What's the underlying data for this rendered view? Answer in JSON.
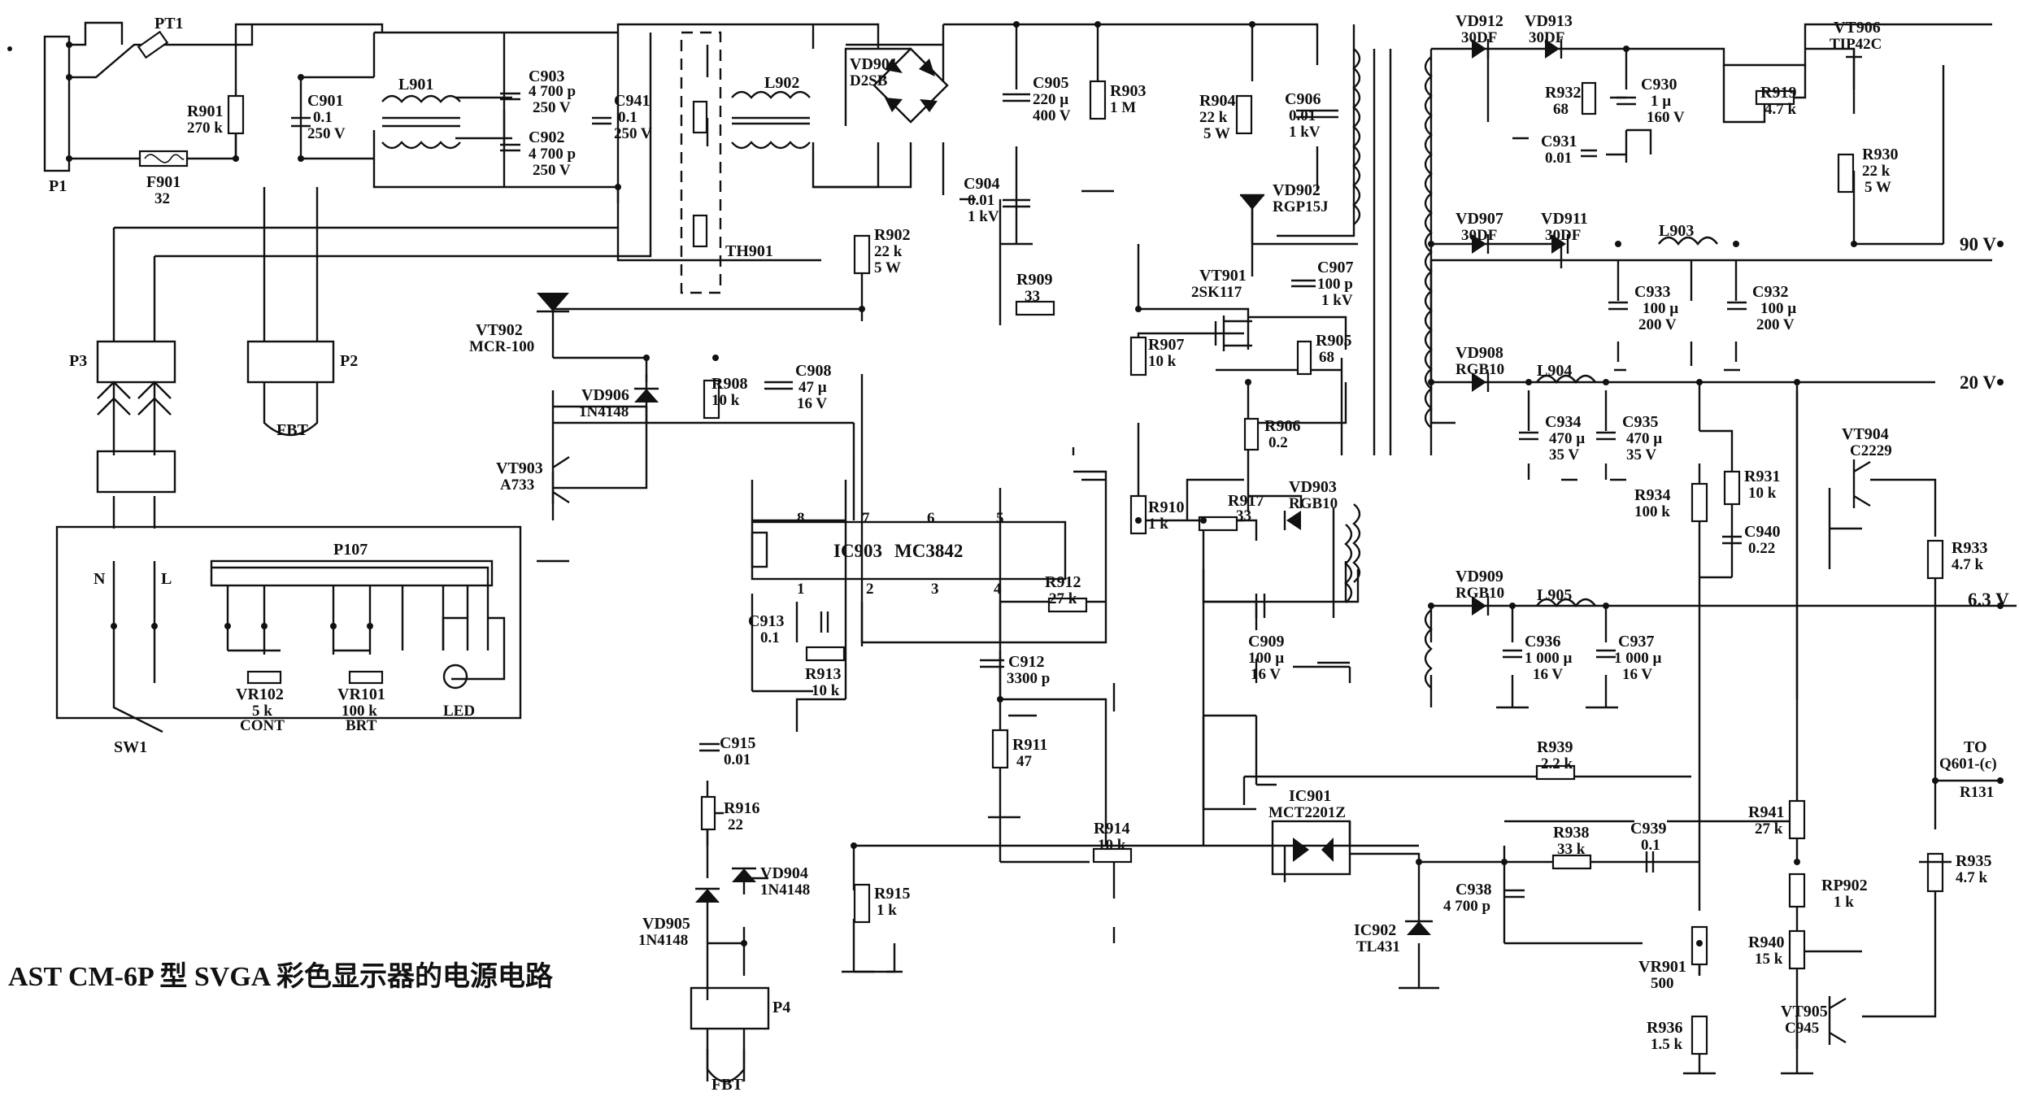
{
  "title": "AST CM-6P 型 SVGA 彩色显示器的电源电路",
  "components": [
    {
      "ref": "P1"
    },
    {
      "ref": "PT1"
    },
    {
      "ref": "R901",
      "value": "270 k"
    },
    {
      "ref": "F901",
      "value": "32"
    },
    {
      "ref": "C901",
      "value": "0.1",
      "rating": "250 V"
    },
    {
      "ref": "L901"
    },
    {
      "ref": "C903",
      "value": "4 700 p",
      "rating": "250 V"
    },
    {
      "ref": "C902",
      "value": "4 700 p",
      "rating": "250 V"
    },
    {
      "ref": "C941",
      "value": "0.1",
      "rating": "250 V"
    },
    {
      "ref": "TH901"
    },
    {
      "ref": "L902"
    },
    {
      "ref": "VD901",
      "value": "D2SB"
    },
    {
      "ref": "C905",
      "value": "220 µ",
      "rating": "400 V"
    },
    {
      "ref": "R903",
      "value": "1 M"
    },
    {
      "ref": "C904",
      "value": "0.01",
      "rating": "1 kV"
    },
    {
      "ref": "R904",
      "value": "22 k",
      "rating": "5 W"
    },
    {
      "ref": "C906",
      "value": "0.01",
      "rating": "1 kV"
    },
    {
      "ref": "VD902",
      "value": "RGP15J"
    },
    {
      "ref": "R902",
      "value": "22 k",
      "rating": "5 W"
    },
    {
      "ref": "R909",
      "value": "33"
    },
    {
      "ref": "VT901",
      "value": "2SK117"
    },
    {
      "ref": "C907",
      "value": "100 p",
      "rating": "1 kV"
    },
    {
      "ref": "R905",
      "value": "68"
    },
    {
      "ref": "R907",
      "value": "10 k"
    },
    {
      "ref": "VT902",
      "value": "MCR-100"
    },
    {
      "ref": "VD906",
      "value": "1N4148"
    },
    {
      "ref": "R908",
      "value": "10 k"
    },
    {
      "ref": "C908",
      "value": "47 µ",
      "rating": "16 V"
    },
    {
      "ref": "R906",
      "value": "0.2"
    },
    {
      "ref": "VT903",
      "value": "A733"
    },
    {
      "ref": "IC903",
      "value": "MC3842"
    },
    {
      "ref": "R910",
      "value": "1 k"
    },
    {
      "ref": "R917",
      "value": "33"
    },
    {
      "ref": "VD903",
      "value": "RGB10"
    },
    {
      "ref": "R912",
      "value": "27 k"
    },
    {
      "ref": "C913",
      "value": "0.1"
    },
    {
      "ref": "R913",
      "value": "10 k"
    },
    {
      "ref": "C912",
      "value": "3300 p"
    },
    {
      "ref": "C909",
      "value": "100 µ",
      "rating": "16 V"
    },
    {
      "ref": "C915",
      "value": "0.01"
    },
    {
      "ref": "R911",
      "value": "47"
    },
    {
      "ref": "R916",
      "value": "22"
    },
    {
      "ref": "R914",
      "value": "10 k"
    },
    {
      "ref": "VD904",
      "value": "1N4148"
    },
    {
      "ref": "VD905",
      "value": "1N4148"
    },
    {
      "ref": "R915",
      "value": "1 k"
    },
    {
      "ref": "IC901",
      "value": "MCT2201Z"
    },
    {
      "ref": "VD912",
      "value": "30DF"
    },
    {
      "ref": "VD913",
      "value": "30DF"
    },
    {
      "ref": "R932",
      "value": "68"
    },
    {
      "ref": "C930",
      "value": "1 µ",
      "rating": "160 V"
    },
    {
      "ref": "C931",
      "value": "0.01"
    },
    {
      "ref": "VT906",
      "value": "TIP42C"
    },
    {
      "ref": "R919",
      "value": "4.7 k"
    },
    {
      "ref": "R930",
      "value": "22 k",
      "rating": "5 W"
    },
    {
      "ref": "VD907",
      "value": "30DF"
    },
    {
      "ref": "VD911",
      "value": "30DF"
    },
    {
      "ref": "L903"
    },
    {
      "ref": "C933",
      "value": "100 µ",
      "rating": "200 V"
    },
    {
      "ref": "C932",
      "value": "100 µ",
      "rating": "200 V"
    },
    {
      "ref": "VD908",
      "value": "RGB10"
    },
    {
      "ref": "L904"
    },
    {
      "ref": "C934",
      "value": "470 µ",
      "rating": "35 V"
    },
    {
      "ref": "C935",
      "value": "470 µ",
      "rating": "35 V"
    },
    {
      "ref": "R931",
      "value": "10 k"
    },
    {
      "ref": "R934",
      "value": "100 k"
    },
    {
      "ref": "C940",
      "value": "0.22"
    },
    {
      "ref": "VT904",
      "value": "C2229"
    },
    {
      "ref": "R933",
      "value": "4.7 k"
    },
    {
      "ref": "VD909",
      "value": "RGB10"
    },
    {
      "ref": "L905"
    },
    {
      "ref": "C936",
      "value": "1 000 µ",
      "rating": "16 V"
    },
    {
      "ref": "C937",
      "value": "1 000 µ",
      "rating": "16 V"
    },
    {
      "ref": "R939",
      "value": "2.2 k"
    },
    {
      "ref": "R938",
      "value": "33 k"
    },
    {
      "ref": "C939",
      "value": "0.1"
    },
    {
      "ref": "R941",
      "value": "27 k"
    },
    {
      "ref": "RP902",
      "value": "1 k"
    },
    {
      "ref": "C938",
      "value": "4 700 p"
    },
    {
      "ref": "IC902",
      "value": "TL431"
    },
    {
      "ref": "R940",
      "value": "15 k"
    },
    {
      "ref": "VR901",
      "value": "500"
    },
    {
      "ref": "R936",
      "value": "1.5 k"
    },
    {
      "ref": "VT905",
      "value": "C945"
    },
    {
      "ref": "R935",
      "value": "4.7 k"
    },
    {
      "ref": "P107"
    },
    {
      "ref": "VR102",
      "value": "5 k",
      "extra": "CONT"
    },
    {
      "ref": "VR101",
      "value": "100 k",
      "extra": "BRT"
    },
    {
      "ref": "P2"
    },
    {
      "ref": "P3"
    },
    {
      "ref": "P4"
    },
    {
      "ref": "SW1"
    }
  ],
  "labels": {
    "led": "LED",
    "fbt": "FBT",
    "neutral": "N",
    "line": "L",
    "to": "TO",
    "q601": "Q601-(c)",
    "r131": "R131"
  },
  "pins": [
    "8",
    "7",
    "6",
    "5",
    "1",
    "2",
    "3",
    "4"
  ],
  "outputs": [
    "90 V",
    "20 V",
    "6.3 V"
  ]
}
